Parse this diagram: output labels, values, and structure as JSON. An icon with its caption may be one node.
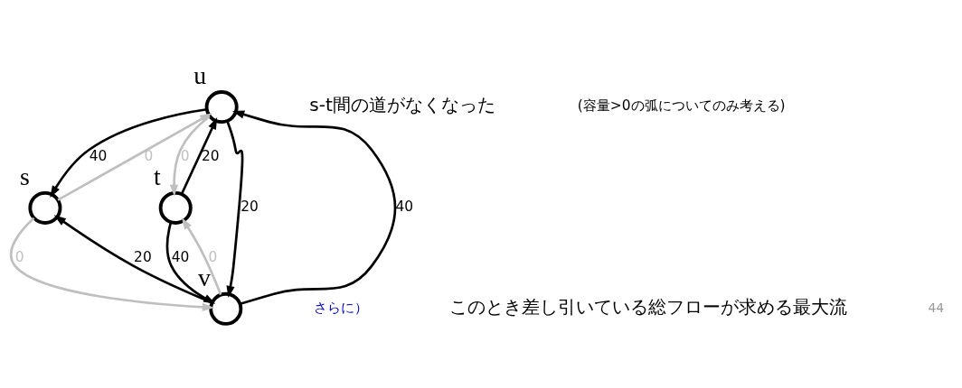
{
  "diagram": {
    "nodes": [
      {
        "text": [],
        "shape": "circle",
        "beside": [
          "u"
        ]
      },
      {
        "text": [],
        "shape": "circle",
        "beside": [
          "s"
        ]
      },
      {
        "text": [],
        "shape": "circle",
        "beside": [
          "t"
        ]
      },
      {
        "text": [],
        "shape": "circle",
        "beside": [
          "v"
        ]
      }
    ],
    "edges": [
      {
        "from": 1,
        "to": 0,
        "arrow": "to",
        "label": "0",
        "color": "#bfbfbf"
      },
      {
        "from": 0,
        "to": 1,
        "arrow": "to",
        "label": "40"
      },
      {
        "from": 0,
        "to": 2,
        "arrow": "to",
        "label": "0",
        "color": "#bfbfbf"
      },
      {
        "from": 2,
        "to": 0,
        "arrow": "to",
        "label": "20"
      },
      {
        "from": 3,
        "to": 0,
        "arrow": "to",
        "label": "40"
      },
      {
        "from": 0,
        "to": 3,
        "arrow": "to",
        "label": "20"
      },
      {
        "from": 1,
        "to": 3,
        "arrow": "to",
        "label": "0",
        "color": "#bfbfbf"
      },
      {
        "from": 3,
        "to": 1,
        "arrow": "to",
        "label": "20"
      },
      {
        "from": 3,
        "to": 2,
        "arrow": "to",
        "label": "0",
        "color": "#bfbfbf"
      },
      {
        "from": 2,
        "to": 3,
        "arrow": "to",
        "label": "40"
      }
    ],
    "labels": [
      "s-t間の道がなくなった",
      "(容量>0の弧についてのみ考える)",
      "さらに）",
      "このとき差し引いている総フローが求める最大流",
      "44"
    ]
  }
}
